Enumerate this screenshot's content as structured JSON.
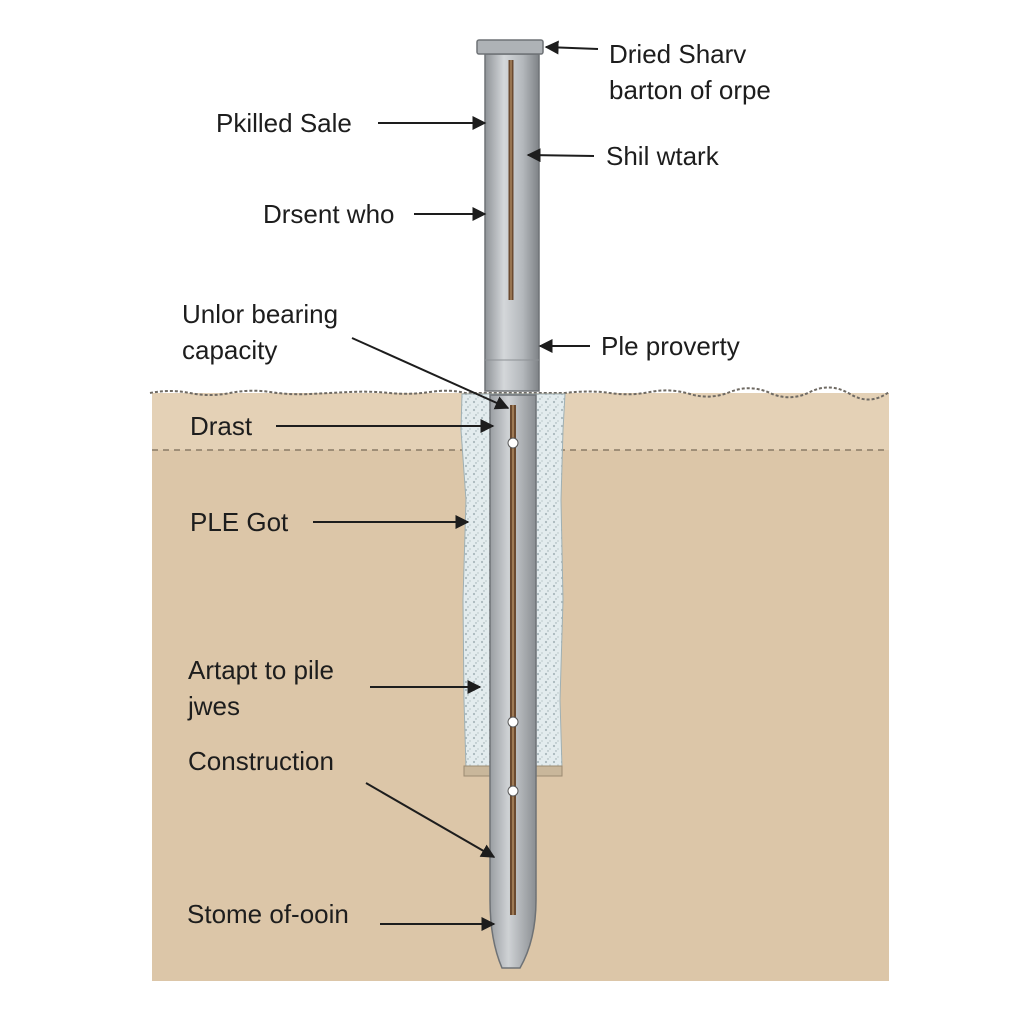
{
  "labels": {
    "dried_sharv": "Dried Sharv",
    "barton_of_orpe": "barton of orpe",
    "pkilled_sale": "Pkilled Sale",
    "shil_wtark": "Shil wtark",
    "drsent_who": "Drsent who",
    "unlor_bearing_1": "Unlor bearing",
    "unlor_bearing_2": "capacity",
    "ple_proverty": "Ple proverty",
    "drast": "Drast",
    "ple_got": "PLE Got",
    "artapt_1": "Artapt to pile",
    "artapt_2": "jwes",
    "construction": "Construction",
    "stome": "Stome of-ooin"
  },
  "colors": {
    "background": "#ffffff",
    "soil": "#dcc6a8",
    "topsoil": "#e4d1b6",
    "pile_steel": "#b9bcc0",
    "grout": "#dde8ea",
    "rod": "#6b4a2f",
    "ink": "#1d1d1d"
  }
}
